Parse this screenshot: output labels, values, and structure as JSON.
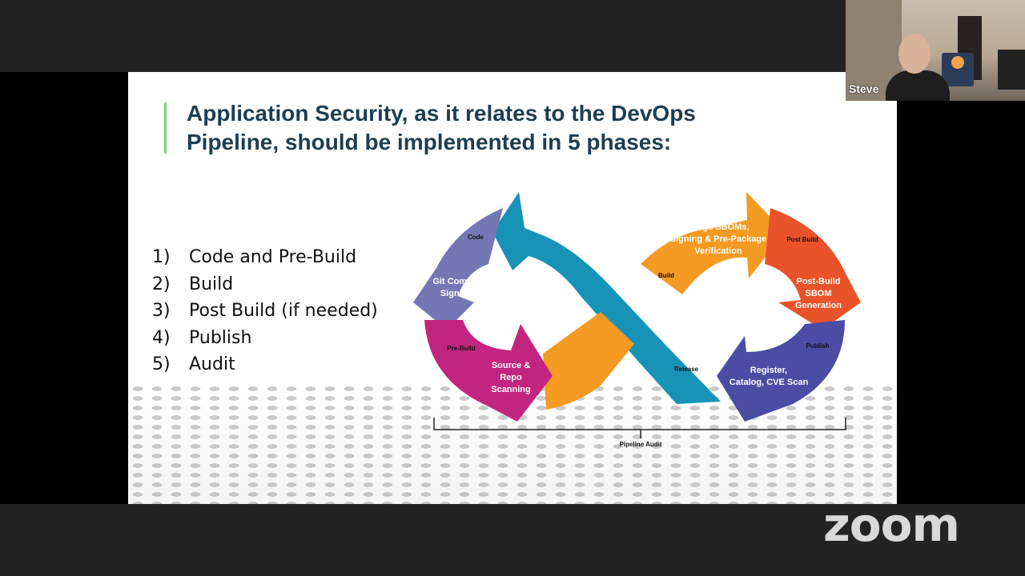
{
  "slide": {
    "title_line1": "Application Security, as it relates to the DevOps",
    "title_line2": "Pipeline, should be implemented in 5 phases:",
    "phases": [
      {
        "num": "1)",
        "label": "Code and Pre-Build"
      },
      {
        "num": "2)",
        "label": "Build"
      },
      {
        "num": "3)",
        "label": "Post Build (if needed)"
      },
      {
        "num": "4)",
        "label": "Publish"
      },
      {
        "num": "5)",
        "label": "Audit"
      }
    ],
    "diagram": {
      "git_commit_line1": "Git Commit",
      "git_commit_line2": "Signing",
      "source_repo_line1": "Source &",
      "source_repo_line2": "Repo",
      "source_repo_line3": "Scanning",
      "image_sboms_line1": "Image SBOMs,",
      "image_sboms_line2": "Signing & Pre-Package",
      "image_sboms_line3": "Verification",
      "post_build_sbom_line1": "Post-Build",
      "post_build_sbom_line2": "SBOM",
      "post_build_sbom_line3": "Generation",
      "register_line1": "Register,",
      "register_line2": "Catalog, CVE Scan",
      "stage_code": "Code",
      "stage_pre_build": "Pre-Build",
      "stage_build": "Build",
      "stage_post_build": "Post Build",
      "stage_release": "Release",
      "stage_publish": "Publish",
      "pipeline_audit": "Pipeline Audit"
    }
  },
  "participant": {
    "name": "Steve"
  },
  "branding": {
    "app_logo": "zoom"
  },
  "colors": {
    "title": "#1d3e52",
    "accent_bar": "#7ed18a",
    "lavender": "#7577b5",
    "magenta": "#c2257f",
    "teal": "#1693b7",
    "orange": "#f59a22",
    "red_orange": "#e9532a",
    "indigo": "#4b4ca3"
  }
}
